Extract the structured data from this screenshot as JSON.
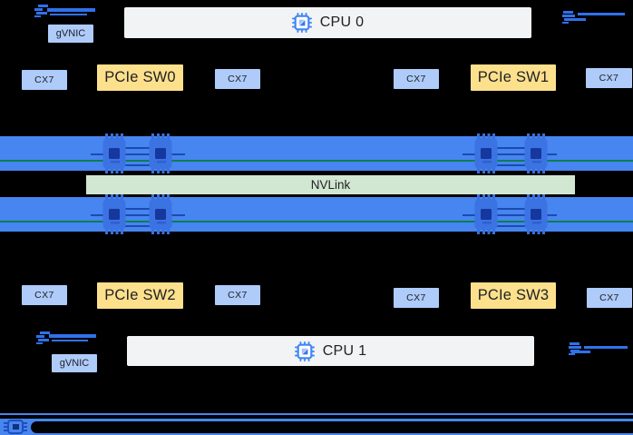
{
  "colors": {
    "bg": "#000000",
    "band-blue": "#4785f0",
    "box-blue": "#aecbfa",
    "box-yellow": "#fce08c",
    "cpu-gray": "#f1f3f4",
    "nvlink-green": "#d2e7d2",
    "teal-line": "#0c7e52",
    "navy-line": "#1b4ab0",
    "chip-body": "#3b73e2",
    "chip-pin": "#3a70dd",
    "chip-core": "#16379e",
    "icon-blue": "#3171ea",
    "text-dark": "#202124",
    "dark-stripe": "#010204"
  },
  "top_host": {
    "cpu_label": "CPU 0",
    "gvnic_label": "gVNIC",
    "pcie_switches": [
      "PCIe SW0",
      "PCIe SW1"
    ],
    "nic_label": "CX7"
  },
  "gpu_fabric": {
    "nvlink_label": "NVLink"
  },
  "bottom_host": {
    "cpu_label": "CPU 1",
    "gvnic_label": "gVNIC",
    "pcie_switches": [
      "PCIe SW2",
      "PCIe SW3"
    ],
    "nic_label": "CX7"
  },
  "icons": {
    "cpu": "cpu-chip-icon",
    "gpu": "gpu-chip-icon",
    "network_link": "network-switch-icon",
    "datacenter_nic": "nic-chip-icon"
  }
}
